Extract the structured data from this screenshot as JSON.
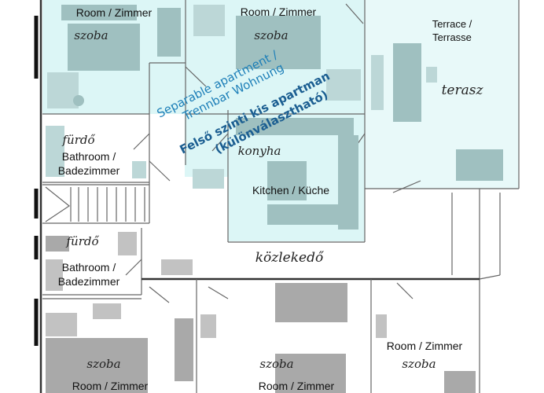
{
  "rooms": {
    "top_left": {
      "label": "Room / Zimmer",
      "hand": "szoba"
    },
    "top_center": {
      "label": "Room / Zimmer",
      "hand": "szoba"
    },
    "bath_upper": {
      "hand": "fürdő",
      "label_line1": "Bathroom /",
      "label_line2": "Badezimmer"
    },
    "kitchen": {
      "hand": "konyha",
      "label": "Kitchen / Küche"
    },
    "terrace": {
      "label_line1": "Terrace /",
      "label_line2": "Terrasse",
      "hand": "terasz"
    },
    "bath_lower": {
      "hand": "fürdő",
      "label_line1": "Bathroom /",
      "label_line2": "Badezimmer"
    },
    "corridor": {
      "hand": "közlekedő"
    },
    "bottom_left": {
      "hand": "szoba",
      "label": "Room / Zimmer"
    },
    "bottom_center": {
      "hand": "szoba",
      "label": "Room / Zimmer"
    },
    "bottom_right": {
      "label": "Room / Zimmer",
      "hand": "szoba"
    }
  },
  "annotation": {
    "de_line1": "Separable apartment /",
    "de_line2": "Trennbar Wohnung",
    "hu_line1": "Felső szinti kis apartman",
    "hu_line2": "(különválasztható)"
  },
  "colors": {
    "apartment_fill": "#dcf6f6",
    "terrace_fill": "#e8f9f9",
    "furniture": "#a9a9a9",
    "annotation_blue": "#1d7fb8",
    "annotation_dark_blue": "#1b5e91"
  }
}
